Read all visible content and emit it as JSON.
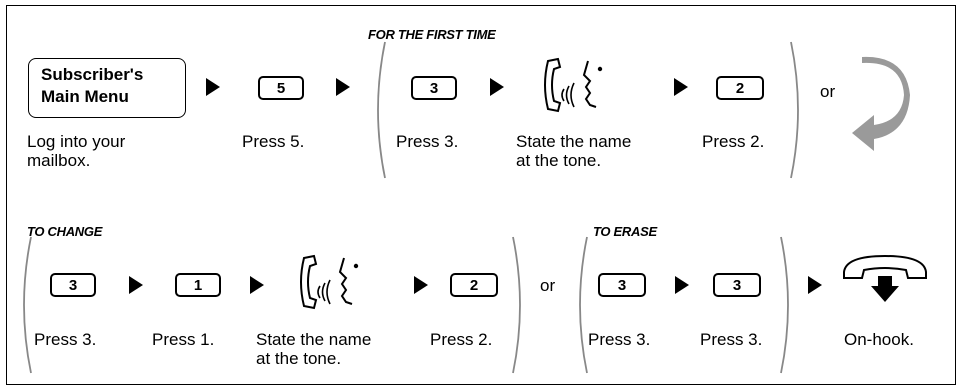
{
  "headings": {
    "first_time": "FOR THE FIRST TIME",
    "to_change": "TO CHANGE",
    "to_erase": "TO ERASE"
  },
  "menu_box": {
    "line1": "Subscriber's",
    "line2": "Main Menu"
  },
  "keys": {
    "k5": "5",
    "k3_first": "3",
    "k2_first": "2",
    "k3_change": "3",
    "k1_change": "1",
    "k2_change": "2",
    "k3_erase_a": "3",
    "k3_erase_b": "3"
  },
  "or_text": "or",
  "row1_captions": {
    "log_in": "Log into your\nmailbox.",
    "press5": "Press 5.",
    "press3": "Press 3.",
    "state": "State the name\nat the tone.",
    "press2": "Press 2."
  },
  "row2_captions": {
    "press3": "Press 3.",
    "press1": "Press 1.",
    "state": "State the name\nat the tone.",
    "press2": "Press 2.",
    "erase_press3_a": "Press 3.",
    "erase_press3_b": "Press 3.",
    "onhook": "On-hook."
  },
  "colors": {
    "curve_arrow": "#9a9a9a"
  },
  "icons": [
    "handset-speaking-icon",
    "curved-loop-arrow-icon",
    "hang-up-phone-icon",
    "right-arrow-icon"
  ]
}
